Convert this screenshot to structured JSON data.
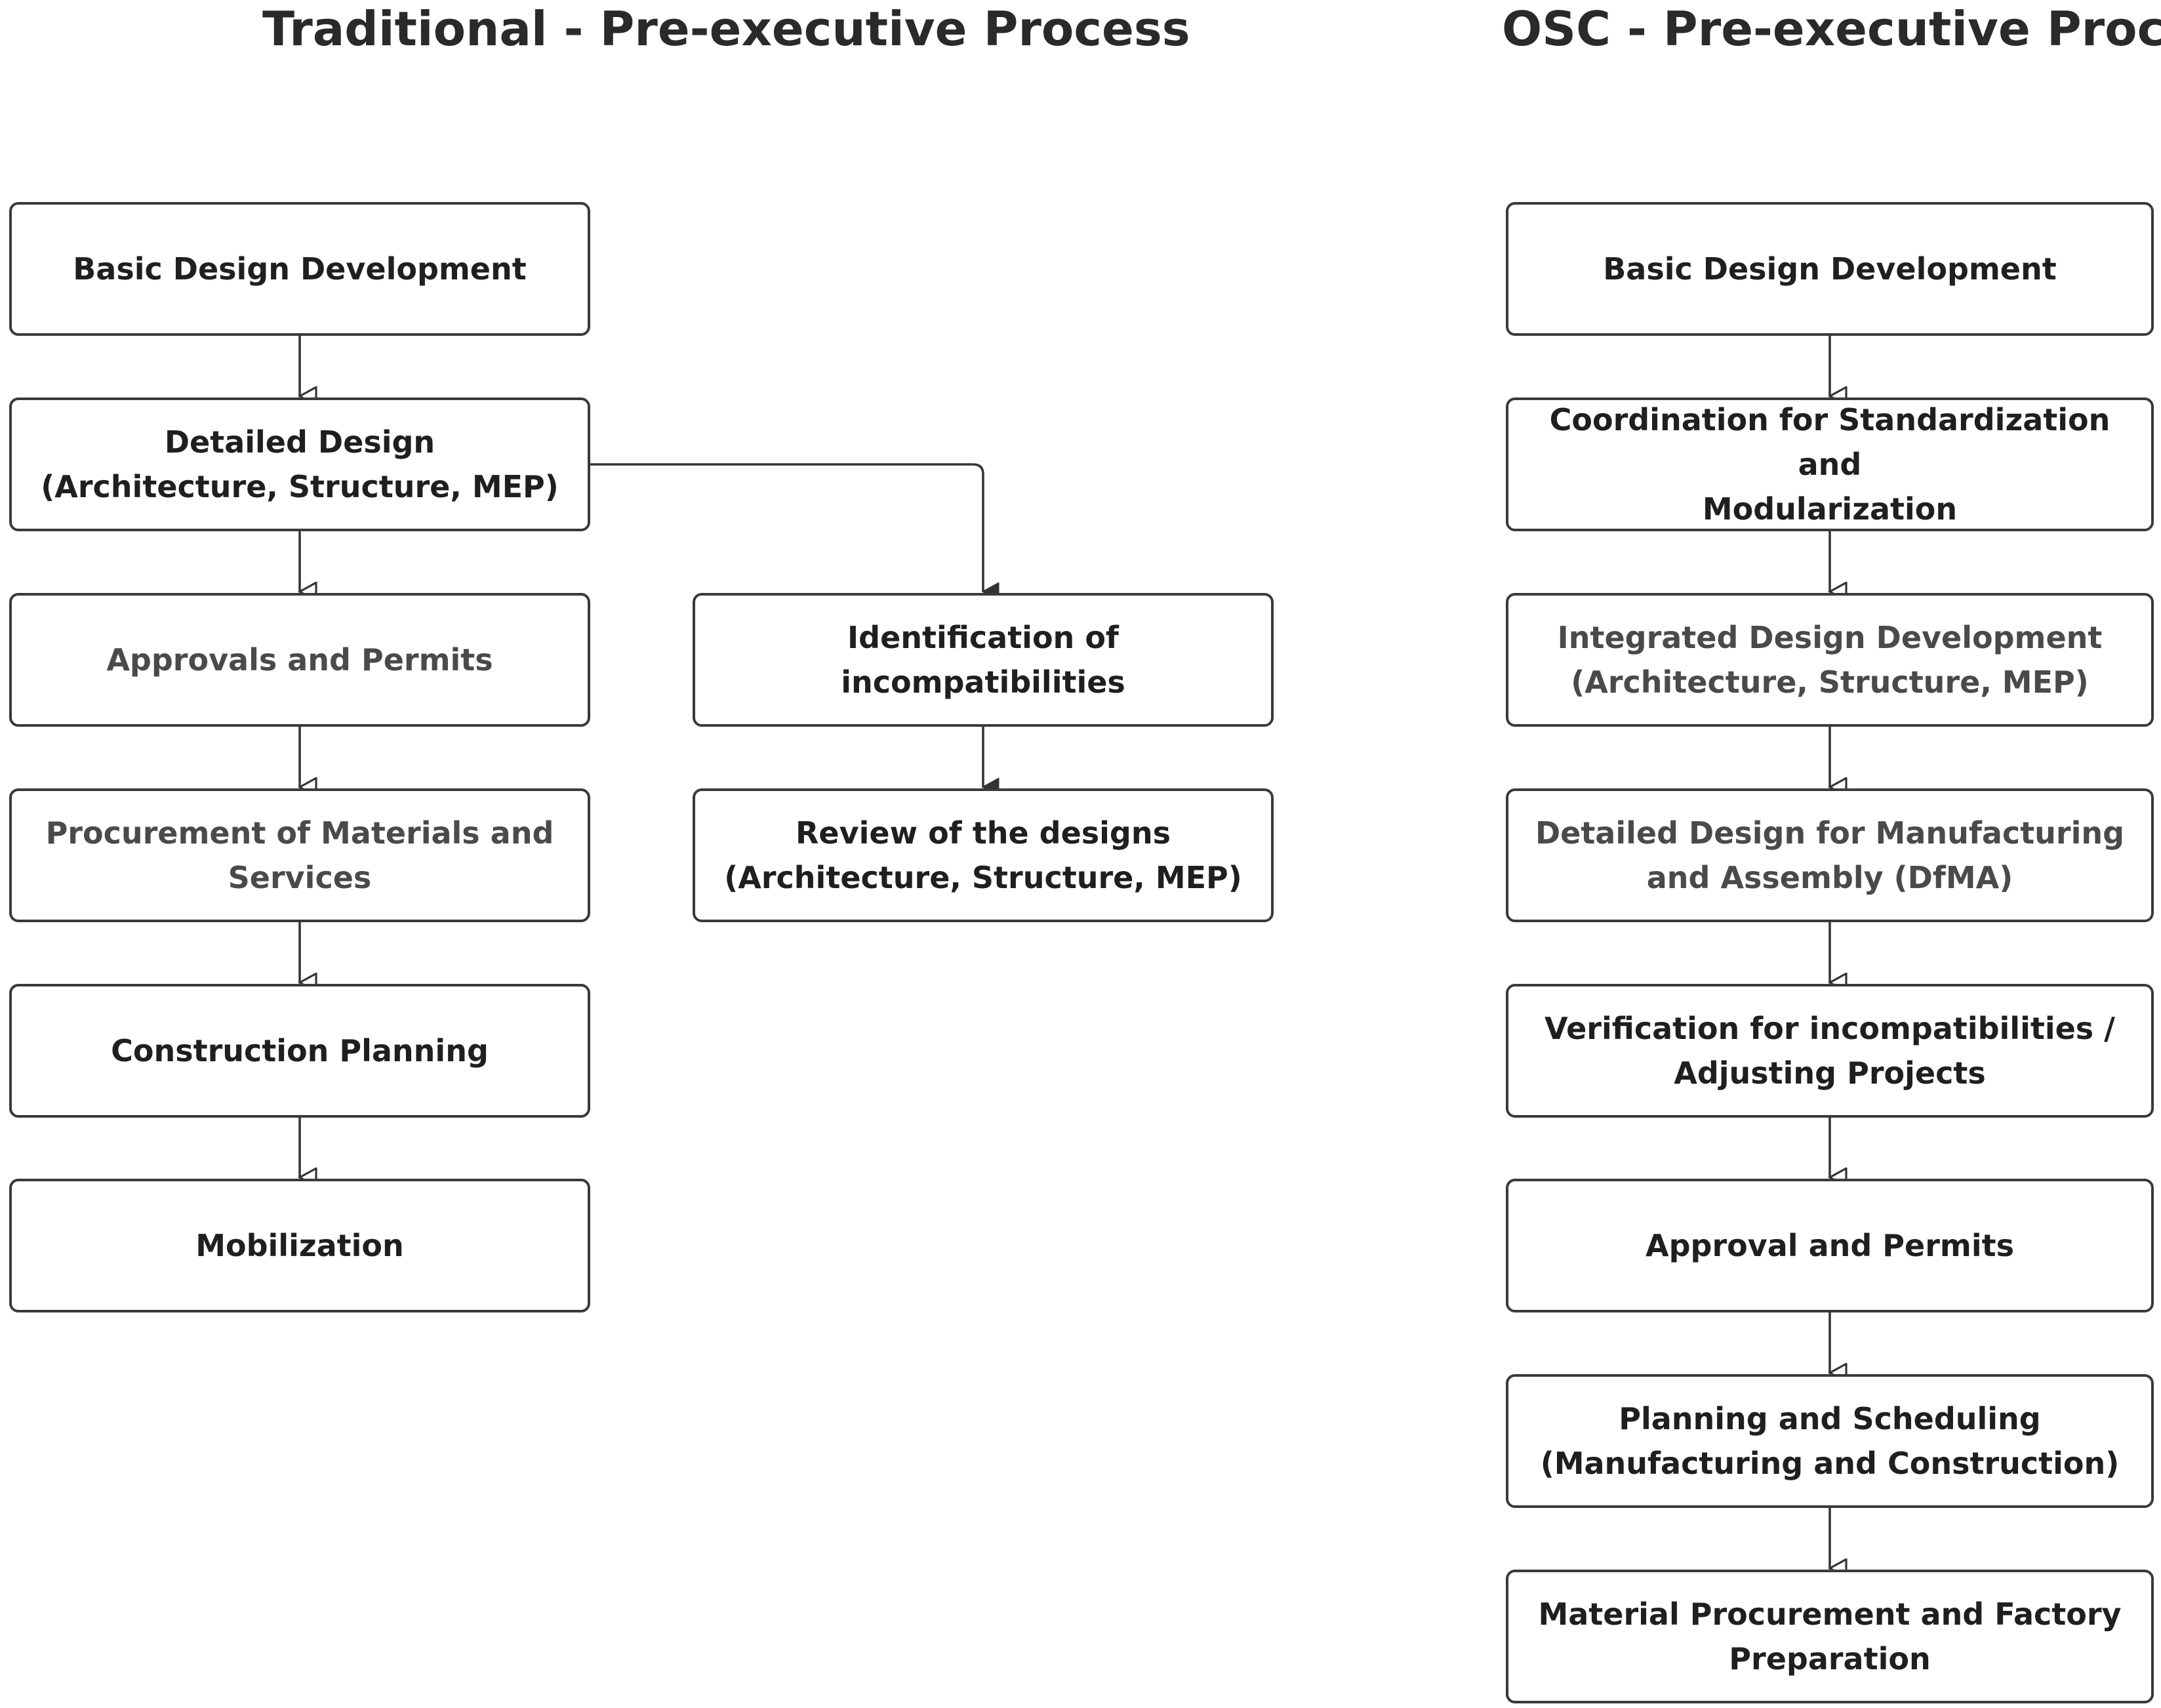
{
  "traditional": {
    "title": "Traditional - Pre-executive Process",
    "steps": [
      "Basic Design Development",
      "Detailed Design\n(Architecture, Structure, MEP)",
      "Approvals and Permits",
      "Procurement of Materials and\nServices",
      "Construction Planning",
      "Mobilization"
    ],
    "branch": [
      "Identification of incompatibilities",
      "Review of the designs\n(Architecture, Structure, MEP)"
    ]
  },
  "osc": {
    "title": "OSC - Pre-executive Process",
    "steps": [
      "Basic Design Development",
      "Coordination for Standardization and\nModularization",
      "Integrated Design Development\n(Architecture, Structure, MEP)",
      "Detailed Design for Manufacturing\nand Assembly (DfMA)",
      "Verification for incompatibilities /\nAdjusting Projects",
      "Approval and Permits",
      "Planning and Scheduling\n(Manufacturing and Construction)",
      "Material Procurement and Factory\nPreparation"
    ]
  }
}
